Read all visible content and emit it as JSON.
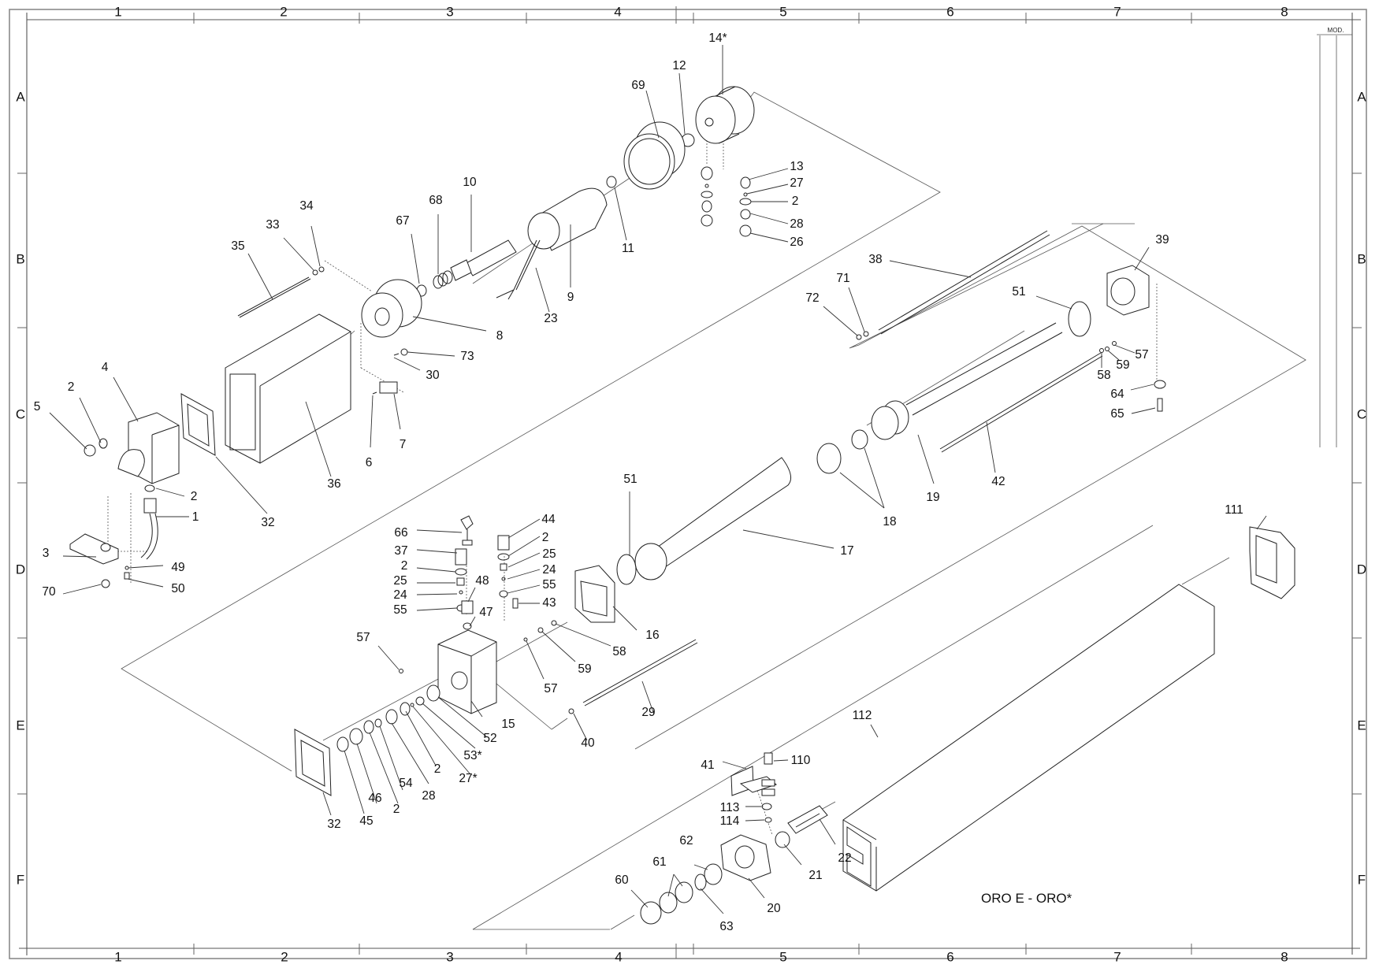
{
  "drawing": {
    "title": "ORO E - ORO*",
    "revision_block_label": "MOD.",
    "column_zones": [
      "1",
      "2",
      "3",
      "4",
      "5",
      "6",
      "7",
      "8"
    ],
    "row_zones": [
      "A",
      "B",
      "C",
      "D",
      "E",
      "F"
    ],
    "callouts": [
      {
        "id": "c14",
        "label": "14*"
      },
      {
        "id": "c12",
        "label": "12"
      },
      {
        "id": "c69",
        "label": "69"
      },
      {
        "id": "c13",
        "label": "13"
      },
      {
        "id": "c27a",
        "label": "27"
      },
      {
        "id": "c2a",
        "label": "2"
      },
      {
        "id": "c28a",
        "label": "28"
      },
      {
        "id": "c26",
        "label": "26"
      },
      {
        "id": "c10",
        "label": "10"
      },
      {
        "id": "c11",
        "label": "11"
      },
      {
        "id": "c9",
        "label": "9"
      },
      {
        "id": "c23",
        "label": "23"
      },
      {
        "id": "c68",
        "label": "68"
      },
      {
        "id": "c67",
        "label": "67"
      },
      {
        "id": "c8",
        "label": "8"
      },
      {
        "id": "c73",
        "label": "73"
      },
      {
        "id": "c30",
        "label": "30"
      },
      {
        "id": "c7",
        "label": "7"
      },
      {
        "id": "c6",
        "label": "6"
      },
      {
        "id": "c34",
        "label": "34"
      },
      {
        "id": "c33",
        "label": "33"
      },
      {
        "id": "c35",
        "label": "35"
      },
      {
        "id": "c36",
        "label": "36"
      },
      {
        "id": "c32a",
        "label": "32"
      },
      {
        "id": "c4",
        "label": "4"
      },
      {
        "id": "c2b",
        "label": "2"
      },
      {
        "id": "c5",
        "label": "5"
      },
      {
        "id": "c2c",
        "label": "2"
      },
      {
        "id": "c1",
        "label": "1"
      },
      {
        "id": "c3",
        "label": "3"
      },
      {
        "id": "c49",
        "label": "49"
      },
      {
        "id": "c50",
        "label": "50"
      },
      {
        "id": "c70",
        "label": "70"
      },
      {
        "id": "c38",
        "label": "38"
      },
      {
        "id": "c39",
        "label": "39"
      },
      {
        "id": "c71",
        "label": "71"
      },
      {
        "id": "c72",
        "label": "72"
      },
      {
        "id": "c51a",
        "label": "51"
      },
      {
        "id": "c57a",
        "label": "57"
      },
      {
        "id": "c59a",
        "label": "59"
      },
      {
        "id": "c58a",
        "label": "58"
      },
      {
        "id": "c64",
        "label": "64"
      },
      {
        "id": "c65",
        "label": "65"
      },
      {
        "id": "c19",
        "label": "19"
      },
      {
        "id": "c42",
        "label": "42"
      },
      {
        "id": "c18",
        "label": "18"
      },
      {
        "id": "c17",
        "label": "17"
      },
      {
        "id": "c51b",
        "label": "51"
      },
      {
        "id": "c16",
        "label": "16"
      },
      {
        "id": "c66",
        "label": "66"
      },
      {
        "id": "c37",
        "label": "37"
      },
      {
        "id": "c2d",
        "label": "2"
      },
      {
        "id": "c25a",
        "label": "25"
      },
      {
        "id": "c24a",
        "label": "24"
      },
      {
        "id": "c55a",
        "label": "55"
      },
      {
        "id": "c48",
        "label": "48"
      },
      {
        "id": "c47",
        "label": "47"
      },
      {
        "id": "c44",
        "label": "44"
      },
      {
        "id": "c2e",
        "label": "2"
      },
      {
        "id": "c25b",
        "label": "25"
      },
      {
        "id": "c24b",
        "label": "24"
      },
      {
        "id": "c55b",
        "label": "55"
      },
      {
        "id": "c43",
        "label": "43"
      },
      {
        "id": "c58b",
        "label": "58"
      },
      {
        "id": "c59b",
        "label": "59"
      },
      {
        "id": "c57b",
        "label": "57"
      },
      {
        "id": "c57c",
        "label": "57"
      },
      {
        "id": "c15",
        "label": "15"
      },
      {
        "id": "c52",
        "label": "52"
      },
      {
        "id": "c53",
        "label": "53*"
      },
      {
        "id": "c27b",
        "label": "27*"
      },
      {
        "id": "c2f",
        "label": "2"
      },
      {
        "id": "c28b",
        "label": "28"
      },
      {
        "id": "c54",
        "label": "54"
      },
      {
        "id": "c2g",
        "label": "2"
      },
      {
        "id": "c46",
        "label": "46"
      },
      {
        "id": "c45",
        "label": "45"
      },
      {
        "id": "c32b",
        "label": "32"
      },
      {
        "id": "c40",
        "label": "40"
      },
      {
        "id": "c29",
        "label": "29"
      },
      {
        "id": "c111",
        "label": "111"
      },
      {
        "id": "c112",
        "label": "112"
      },
      {
        "id": "c41",
        "label": "41"
      },
      {
        "id": "c110",
        "label": "110"
      },
      {
        "id": "c113",
        "label": "113"
      },
      {
        "id": "c114",
        "label": "114"
      },
      {
        "id": "c22",
        "label": "22"
      },
      {
        "id": "c21",
        "label": "21"
      },
      {
        "id": "c20",
        "label": "20"
      },
      {
        "id": "c62",
        "label": "62"
      },
      {
        "id": "c61",
        "label": "61"
      },
      {
        "id": "c60",
        "label": "60"
      },
      {
        "id": "c63",
        "label": "63"
      }
    ]
  }
}
